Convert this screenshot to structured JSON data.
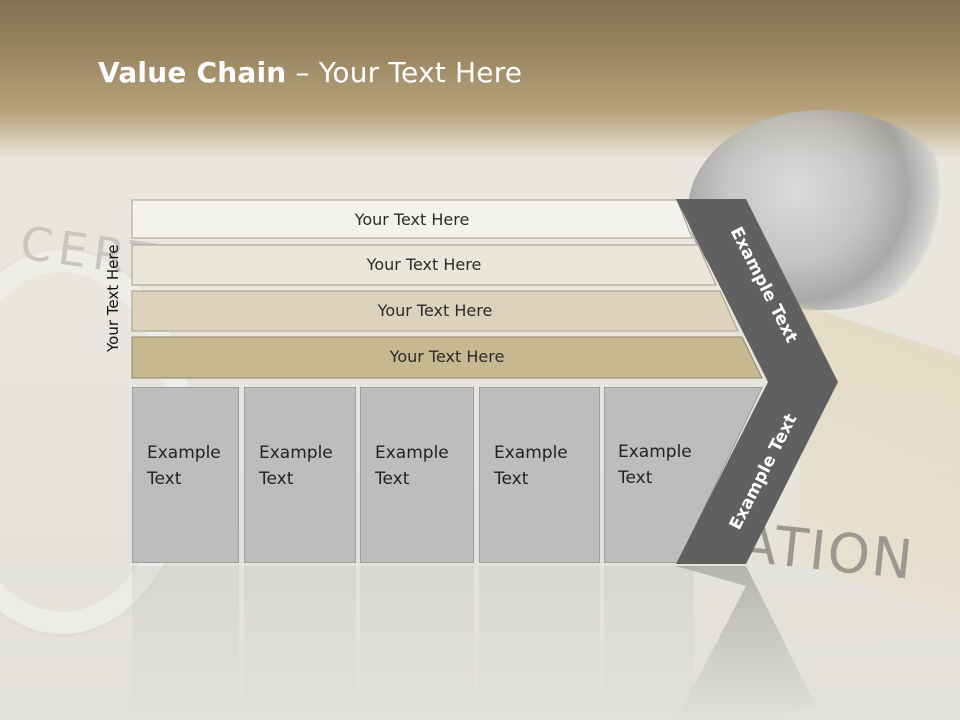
{
  "slide": {
    "title_bold": "Value Chain",
    "title_rest": " – Your Text Here",
    "side_label": "Your Text Here",
    "rows": [
      {
        "label": "Your Text Here",
        "color": "#f4f2ec"
      },
      {
        "label": "Your Text Here",
        "color": "#ebe6da"
      },
      {
        "label": "Your Text Here",
        "color": "#ddd3bd"
      },
      {
        "label": "Your Text Here",
        "color": "#c7b98f"
      }
    ],
    "boxes": [
      {
        "line1": "Example",
        "line2": "Text"
      },
      {
        "line1": "Example",
        "line2": "Text"
      },
      {
        "line1": "Example",
        "line2": "Text"
      },
      {
        "line1": "Example",
        "line2": "Text"
      },
      {
        "line1": "Example",
        "line2": "Text"
      }
    ],
    "chevron_upper_label": "Example Text",
    "chevron_lower_label": "Example Text",
    "colors": {
      "chevron": "#606060",
      "box": "#bdbdbd",
      "title": "#ffffff"
    }
  }
}
